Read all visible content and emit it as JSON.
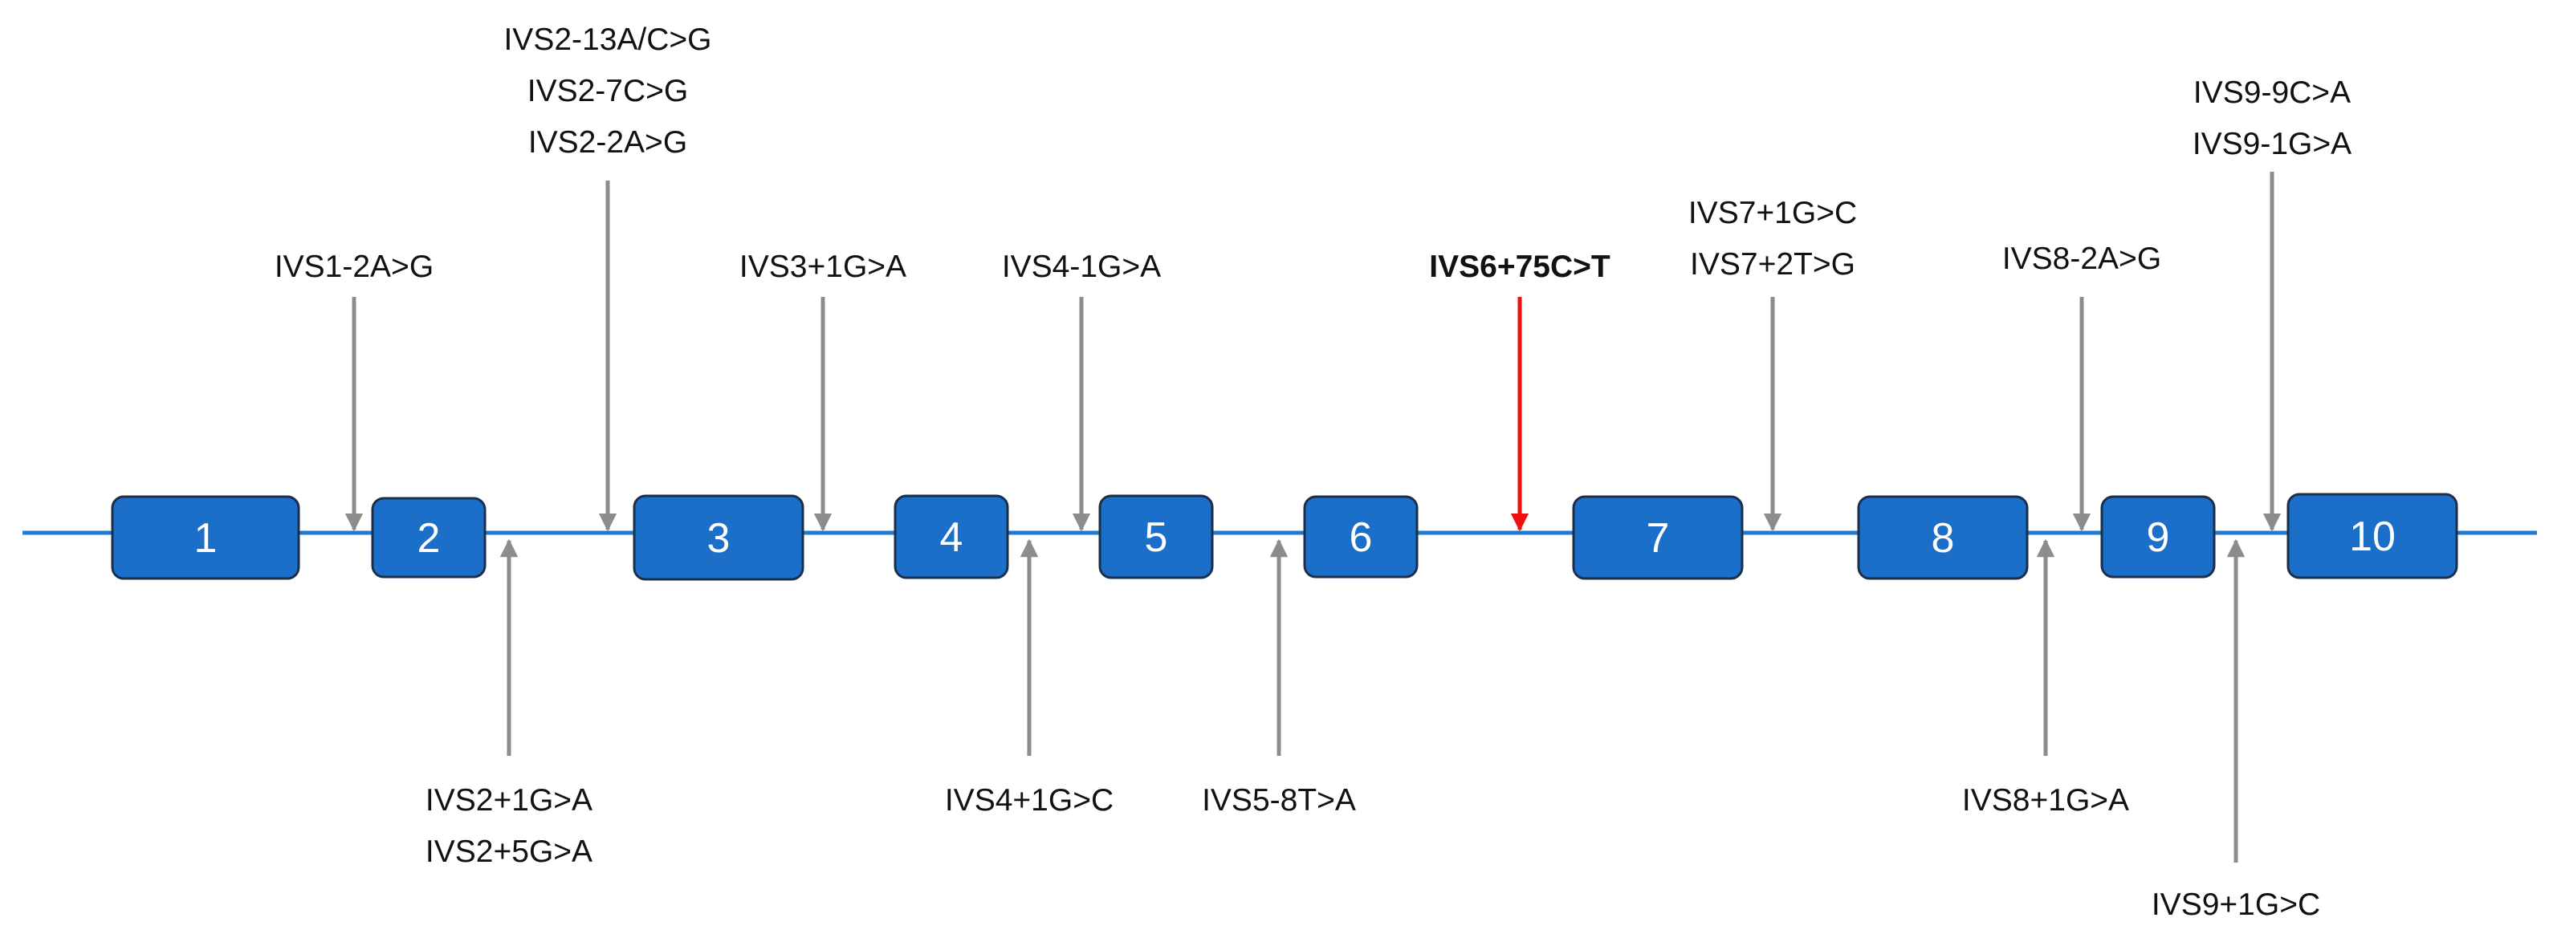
{
  "colors": {
    "line": "#1f78d1",
    "exon_fill": "#1b6fc9",
    "exon_stroke": "#1a2f4a",
    "arrow": "#8c8c8c",
    "highlight_arrow": "#ee1111",
    "text": "#111111"
  },
  "exons": [
    "1",
    "2",
    "3",
    "4",
    "5",
    "6",
    "7",
    "8",
    "9",
    "10"
  ],
  "mutations_above": [
    {
      "id": "m-ivs1",
      "labels": [
        "IVS1-2A>G"
      ]
    },
    {
      "id": "m-ivs2-acc",
      "labels": [
        "IVS2-13A/C>G",
        "IVS2-7C>G",
        "IVS2-2A>G"
      ]
    },
    {
      "id": "m-ivs3",
      "labels": [
        "IVS3+1G>A"
      ]
    },
    {
      "id": "m-ivs4-acc",
      "labels": [
        "IVS4-1G>A"
      ]
    },
    {
      "id": "m-ivs6",
      "labels": [
        "IVS6+75C>T"
      ],
      "highlight": true
    },
    {
      "id": "m-ivs7",
      "labels": [
        "IVS7+1G>C",
        "IVS7+2T>G"
      ]
    },
    {
      "id": "m-ivs8-acc",
      "labels": [
        "IVS8-2A>G"
      ]
    },
    {
      "id": "m-ivs9-acc",
      "labels": [
        "IVS9-9C>A",
        "IVS9-1G>A"
      ]
    }
  ],
  "mutations_below": [
    {
      "id": "m-ivs2-don",
      "labels": [
        "IVS2+1G>A",
        "IVS2+5G>A"
      ]
    },
    {
      "id": "m-ivs4-don",
      "labels": [
        "IVS4+1G>C"
      ]
    },
    {
      "id": "m-ivs5",
      "labels": [
        "IVS5-8T>A"
      ]
    },
    {
      "id": "m-ivs8-don",
      "labels": [
        "IVS8+1G>A"
      ]
    },
    {
      "id": "m-ivs9-don",
      "labels": [
        "IVS9+1G>C"
      ]
    }
  ]
}
